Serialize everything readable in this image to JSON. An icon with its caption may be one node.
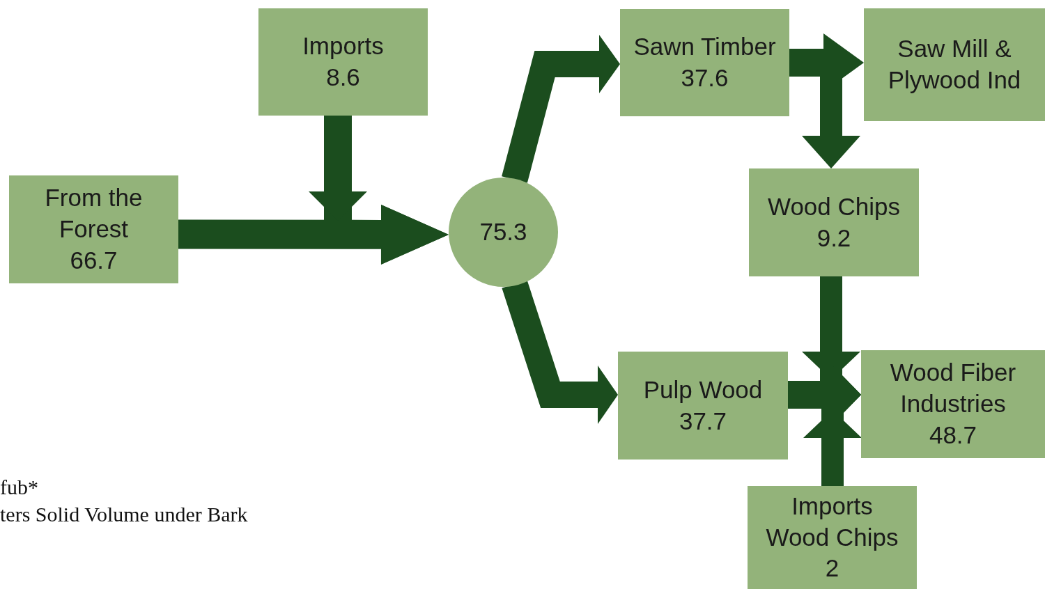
{
  "diagram": {
    "nodes": [
      {
        "text": [
          "From the Forest",
          "66.7"
        ]
      },
      {
        "text": [
          "Imports",
          "8.6"
        ]
      },
      {
        "text": [
          "75.3"
        ]
      },
      {
        "text": [
          "Sawn Timber",
          "37.6"
        ]
      },
      {
        "text": [
          "Saw Mill & Plywood Ind"
        ]
      },
      {
        "text": [
          "Wood Chips",
          "9.2"
        ]
      },
      {
        "text": [
          "Pulp Wood",
          "37.7"
        ]
      },
      {
        "text": [
          "Wood Fiber Industries",
          "48.7"
        ]
      },
      {
        "text": [
          "Imports Wood Chips",
          "2"
        ]
      }
    ],
    "edges": [
      {
        "from": 0,
        "to": 2,
        "arrow": "to"
      },
      {
        "from": 1,
        "to": 2,
        "arrow": "to"
      },
      {
        "from": 2,
        "to": 3,
        "arrow": "to"
      },
      {
        "from": 2,
        "to": 6,
        "arrow": "to"
      },
      {
        "from": 3,
        "to": 4,
        "arrow": "to"
      },
      {
        "from": 3,
        "to": 5,
        "arrow": "to"
      },
      {
        "from": 6,
        "to": 7,
        "arrow": "to"
      },
      {
        "from": 5,
        "to": 7,
        "arrow": "to"
      },
      {
        "from": 8,
        "to": 7,
        "arrow": "to"
      }
    ],
    "labels": [
      "fub*",
      "ters Solid Volume under Bark"
    ]
  }
}
